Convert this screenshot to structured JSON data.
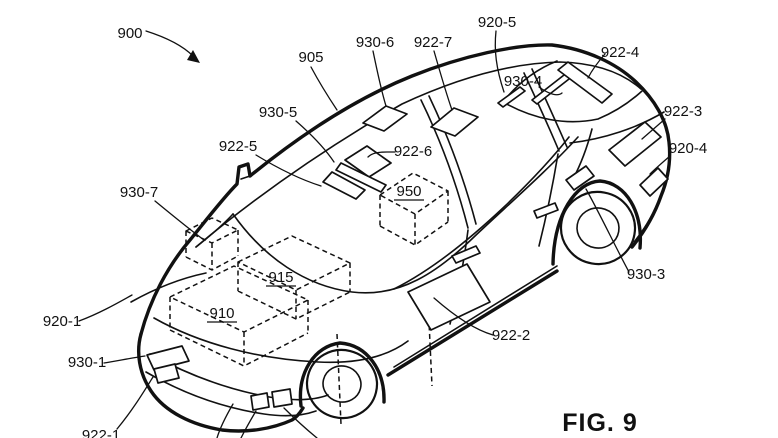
{
  "figure": {
    "caption": "FIG. 9",
    "vehicle_reference": "900"
  },
  "labels": {
    "l900": "900",
    "l905": "905",
    "l910": "910",
    "l915": "915",
    "l950": "950",
    "l920_1": "920-1",
    "l920_4": "920-4",
    "l920_5": "920-5",
    "l922_1": "922-1",
    "l922_2": "922-2",
    "l922_3": "922-3",
    "l922_4": "922-4",
    "l922_5": "922-5",
    "l922_6": "922-6",
    "l922_7": "922-7",
    "l930_1": "930-1",
    "l930_3": "930-3",
    "l930_4": "930-4",
    "l930_5": "930-5",
    "l930_6": "930-6",
    "l930_7": "930-7"
  },
  "colors": {
    "ink": "#111111",
    "background": "#ffffff"
  }
}
